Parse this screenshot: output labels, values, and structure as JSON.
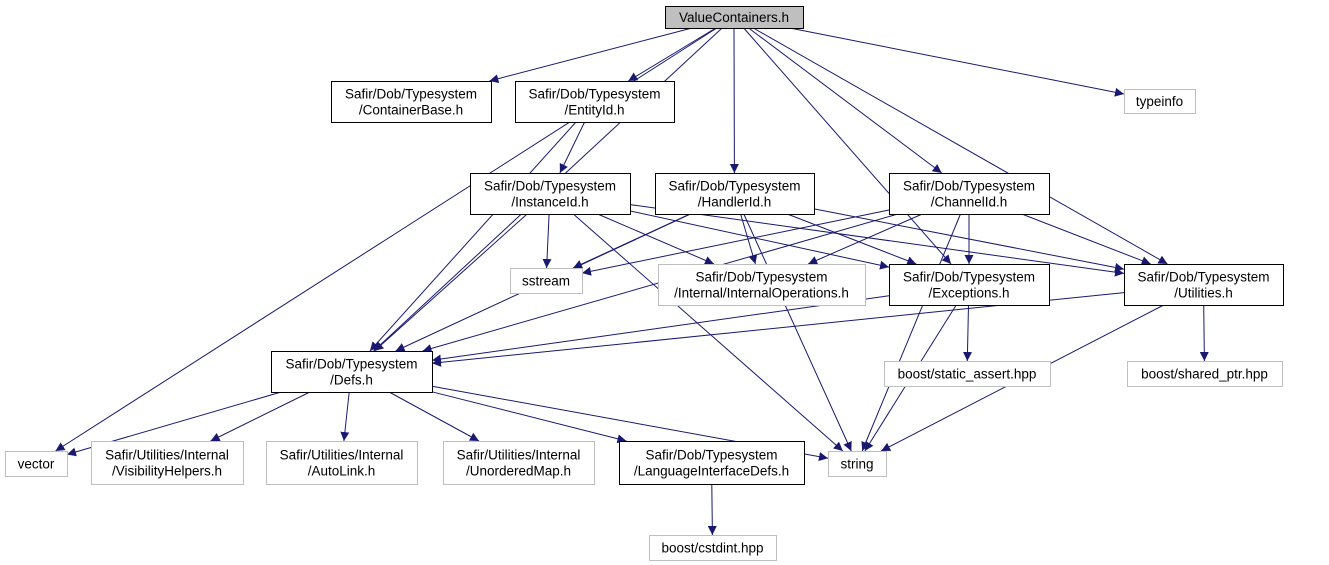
{
  "title": "ValueContainers.h",
  "colors": {
    "root_fill": "#bfbfbf",
    "documented_border": "#000000",
    "undocumented_border": "#bfbfbf",
    "edge": "#191970",
    "text": "#000000"
  },
  "nodes": [
    {
      "id": "valuecontainers",
      "kind": "root",
      "lines": [
        "ValueContainers.h"
      ]
    },
    {
      "id": "containerbase",
      "kind": "documented",
      "lines": [
        "Safir/Dob/Typesystem",
        "/ContainerBase.h"
      ]
    },
    {
      "id": "entityid",
      "kind": "documented",
      "lines": [
        "Safir/Dob/Typesystem",
        "/EntityId.h"
      ]
    },
    {
      "id": "typeinfo",
      "kind": "external",
      "lines": [
        "typeinfo"
      ]
    },
    {
      "id": "instanceid",
      "kind": "documented",
      "lines": [
        "Safir/Dob/Typesystem",
        "/InstanceId.h"
      ]
    },
    {
      "id": "handlerid",
      "kind": "documented",
      "lines": [
        "Safir/Dob/Typesystem",
        "/HandlerId.h"
      ]
    },
    {
      "id": "channelid",
      "kind": "documented",
      "lines": [
        "Safir/Dob/Typesystem",
        "/ChannelId.h"
      ]
    },
    {
      "id": "sstream",
      "kind": "external",
      "lines": [
        "sstream"
      ]
    },
    {
      "id": "internalops",
      "kind": "external",
      "lines": [
        "Safir/Dob/Typesystem",
        "/Internal/InternalOperations.h"
      ]
    },
    {
      "id": "exceptions",
      "kind": "documented",
      "lines": [
        "Safir/Dob/Typesystem",
        "/Exceptions.h"
      ]
    },
    {
      "id": "utilities",
      "kind": "documented",
      "lines": [
        "Safir/Dob/Typesystem",
        "/Utilities.h"
      ]
    },
    {
      "id": "defs",
      "kind": "documented",
      "lines": [
        "Safir/Dob/Typesystem",
        "/Defs.h"
      ]
    },
    {
      "id": "static_assert",
      "kind": "external",
      "lines": [
        "boost/static_assert.hpp"
      ]
    },
    {
      "id": "shared_ptr",
      "kind": "external",
      "lines": [
        "boost/shared_ptr.hpp"
      ]
    },
    {
      "id": "vector",
      "kind": "external",
      "lines": [
        "vector"
      ]
    },
    {
      "id": "visibility",
      "kind": "external",
      "lines": [
        "Safir/Utilities/Internal",
        "/VisibilityHelpers.h"
      ]
    },
    {
      "id": "autolink",
      "kind": "external",
      "lines": [
        "Safir/Utilities/Internal",
        "/AutoLink.h"
      ]
    },
    {
      "id": "unorderedmap",
      "kind": "external",
      "lines": [
        "Safir/Utilities/Internal",
        "/UnorderedMap.h"
      ]
    },
    {
      "id": "langiface",
      "kind": "documented",
      "lines": [
        "Safir/Dob/Typesystem",
        "/LanguageInterfaceDefs.h"
      ]
    },
    {
      "id": "string",
      "kind": "external",
      "lines": [
        "string"
      ]
    },
    {
      "id": "cstdint",
      "kind": "external",
      "lines": [
        "boost/cstdint.hpp"
      ]
    }
  ],
  "edges": [
    [
      "valuecontainers",
      "vector"
    ],
    [
      "valuecontainers",
      "defs"
    ],
    [
      "valuecontainers",
      "containerbase"
    ],
    [
      "valuecontainers",
      "entityid"
    ],
    [
      "valuecontainers",
      "handlerid"
    ],
    [
      "valuecontainers",
      "exceptions"
    ],
    [
      "valuecontainers",
      "channelid"
    ],
    [
      "valuecontainers",
      "utilities"
    ],
    [
      "valuecontainers",
      "typeinfo"
    ],
    [
      "entityid",
      "defs"
    ],
    [
      "entityid",
      "instanceid"
    ],
    [
      "instanceid",
      "defs"
    ],
    [
      "instanceid",
      "sstream"
    ],
    [
      "instanceid",
      "internalops"
    ],
    [
      "instanceid",
      "exceptions"
    ],
    [
      "instanceid",
      "utilities"
    ],
    [
      "instanceid",
      "string"
    ],
    [
      "handlerid",
      "defs"
    ],
    [
      "handlerid",
      "sstream"
    ],
    [
      "handlerid",
      "internalops"
    ],
    [
      "handlerid",
      "exceptions"
    ],
    [
      "handlerid",
      "utilities"
    ],
    [
      "handlerid",
      "string"
    ],
    [
      "channelid",
      "sstream"
    ],
    [
      "channelid",
      "internalops"
    ],
    [
      "channelid",
      "exceptions"
    ],
    [
      "channelid",
      "utilities"
    ],
    [
      "channelid",
      "defs"
    ],
    [
      "channelid",
      "string"
    ],
    [
      "exceptions",
      "defs"
    ],
    [
      "exceptions",
      "static_assert"
    ],
    [
      "exceptions",
      "string"
    ],
    [
      "utilities",
      "defs"
    ],
    [
      "utilities",
      "shared_ptr"
    ],
    [
      "utilities",
      "string"
    ],
    [
      "defs",
      "vector"
    ],
    [
      "defs",
      "visibility"
    ],
    [
      "defs",
      "autolink"
    ],
    [
      "defs",
      "unorderedmap"
    ],
    [
      "defs",
      "langiface"
    ],
    [
      "defs",
      "string"
    ],
    [
      "langiface",
      "cstdint"
    ]
  ]
}
